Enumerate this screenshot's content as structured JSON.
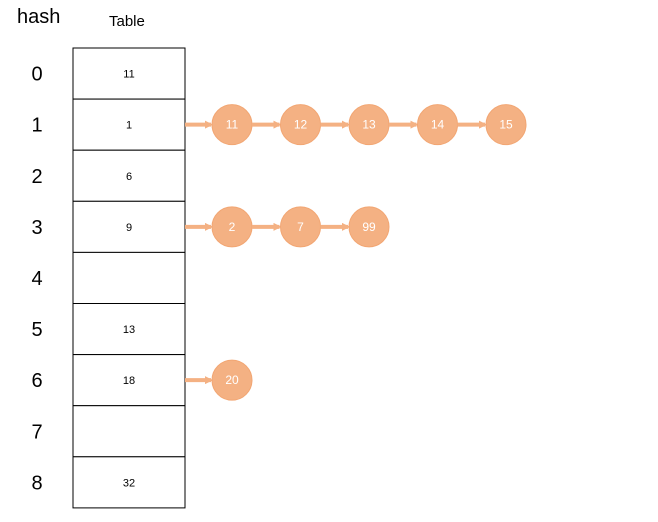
{
  "headers": {
    "hash": "hash",
    "table": "Table"
  },
  "colors": {
    "node_fill": "#f4b183",
    "node_stroke": "#f2a673",
    "arrow": "#f4b183",
    "cell_border": "#000000"
  },
  "rows": [
    {
      "hash": "0",
      "value": "11"
    },
    {
      "hash": "1",
      "value": "1"
    },
    {
      "hash": "2",
      "value": "6"
    },
    {
      "hash": "3",
      "value": "9"
    },
    {
      "hash": "4",
      "value": ""
    },
    {
      "hash": "5",
      "value": "13"
    },
    {
      "hash": "6",
      "value": "18"
    },
    {
      "hash": "7",
      "value": ""
    },
    {
      "hash": "8",
      "value": "32"
    }
  ],
  "chains": [
    {
      "row": 1,
      "nodes": [
        "11",
        "12",
        "13",
        "14",
        "15"
      ]
    },
    {
      "row": 3,
      "nodes": [
        "2",
        "7",
        "99"
      ]
    },
    {
      "row": 6,
      "nodes": [
        "20"
      ]
    }
  ]
}
